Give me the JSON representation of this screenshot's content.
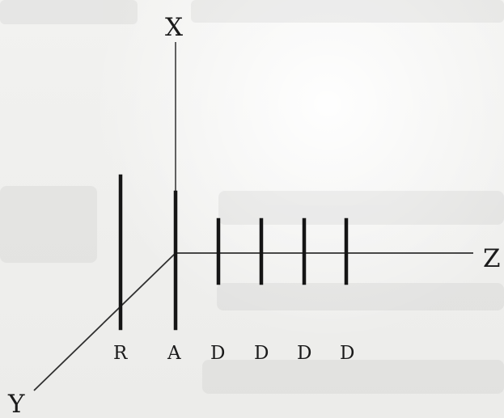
{
  "diagram": {
    "axes": {
      "x": "X",
      "z": "Z",
      "y": "Y"
    },
    "labels": [
      "R",
      "A",
      "D",
      "D",
      "D",
      "D"
    ]
  }
}
